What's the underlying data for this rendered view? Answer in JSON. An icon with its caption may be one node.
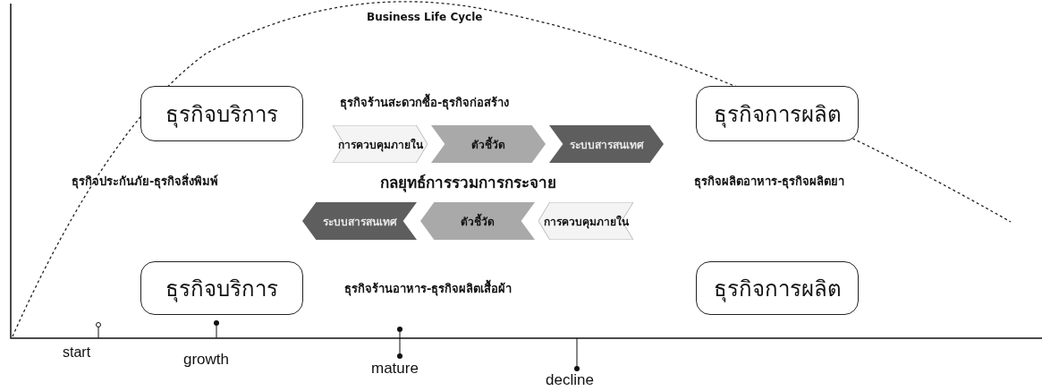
{
  "diagram": {
    "nodes": [
      {
        "text": [
          "ธุรกิจบริการ"
        ]
      },
      {
        "text": [
          "ธุรกิจการผลิต"
        ]
      },
      {
        "text": [
          "การควบคุมภายใน"
        ]
      },
      {
        "text": [
          "ตัวชี้วัด"
        ]
      },
      {
        "text": [
          "ระบบสารสนเทศ"
        ]
      },
      {
        "text": [
          "ระบบสารสนเทศ"
        ]
      },
      {
        "text": [
          "ตัวชี้วัด"
        ]
      },
      {
        "text": [
          "การควบคุมภายใน"
        ]
      },
      {
        "text": [
          "ธุรกิจบริการ"
        ]
      },
      {
        "text": [
          "ธุรกิจการผลิต"
        ]
      }
    ],
    "labels": [
      "Business Life Cycle",
      "ธุรกิจร้านสะดวกซื้อ-ธุรกิจก่อสร้าง",
      "ธุรกิจประกันภัย-ธุรกิจสิ่งพิมพ์",
      "กลยุทธ์การรวมการกระจาย",
      "ธุรกิจผลิตอาหาร-ธุรกิจผลิตยา",
      "ธุรกิจร้านอาหาร-ธุรกิจผลิตเสื้อผ้า",
      "start",
      "growth",
      "mature",
      "decline"
    ]
  }
}
